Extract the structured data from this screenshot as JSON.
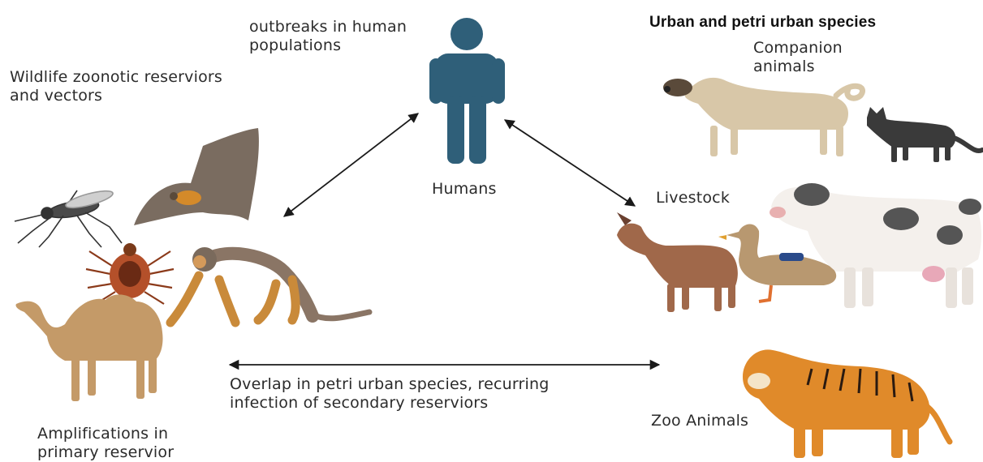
{
  "labels": {
    "outbreaks": "outbreaks in human\npopulations",
    "urban_heading": "Urban and petri urban species",
    "companion": "Companion\nanimals",
    "wildlife": "Wildlife zoonotic reserviors\nand vectors",
    "humans": "Humans",
    "livestock": "Livestock",
    "overlap": "Overlap in petri urban species, recurring\ninfection of secondary reserviors",
    "zoo": "Zoo Animals",
    "amplification": "Amplifications in\nprimary reservior"
  },
  "colors": {
    "human": "#2f5f79",
    "arrow": "#1a1a1a",
    "tiger": "#e08a2a",
    "camel": "#c49a68",
    "monkey": "#c98a3a",
    "bat": "#8a7a6a",
    "goat": "#a0684a",
    "cow_spot": "#555555",
    "dog": "#d8c7a8",
    "cat": "#3a3a3a"
  },
  "icons": [
    "human-icon",
    "mosquito-icon",
    "bat-icon",
    "tick-icon",
    "monkey-icon",
    "camel-icon",
    "dog-icon",
    "cat-icon",
    "goat-icon",
    "duck-icon",
    "cow-icon",
    "tiger-icon"
  ]
}
